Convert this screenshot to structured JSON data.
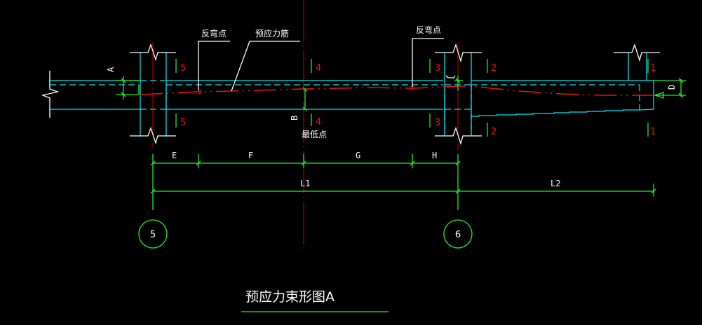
{
  "drawing": {
    "title": "预应力束形图A",
    "colors": {
      "background": "#000000",
      "beam_outline": "#00e5ee",
      "tendon": "#ee1111",
      "dimension": "#22ee22",
      "axis_line": "#a00000",
      "text": "#ffffff",
      "section_mark": "#ee1111"
    }
  },
  "annotations": {
    "inflection_point_left": "反弯点",
    "inflection_point_right": "反弯点",
    "prestressed_tendon": "预应力筋",
    "lowest_point": "最低点"
  },
  "dimension_labels": {
    "A": "A",
    "B": "B",
    "D": "D",
    "E": "E",
    "F": "F",
    "G": "G",
    "H": "H",
    "L1": "L1",
    "L2": "L2"
  },
  "grid_axes": [
    {
      "label": "5"
    },
    {
      "label": "6"
    }
  ],
  "section_marks": [
    {
      "label": "5"
    },
    {
      "label": "4"
    },
    {
      "label": "3"
    },
    {
      "label": "2"
    },
    {
      "label": "1"
    }
  ]
}
